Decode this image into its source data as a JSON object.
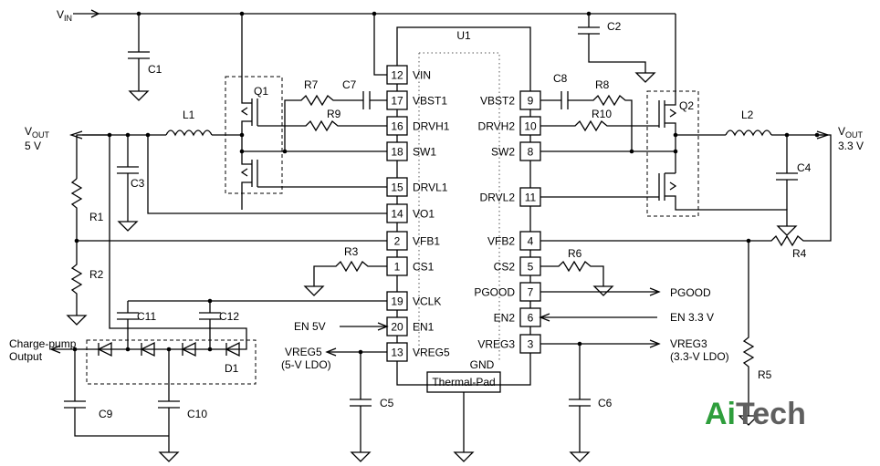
{
  "chip": {
    "name": "U1",
    "thermal_pad": "Thermal-Pad",
    "gnd": "GND"
  },
  "left_pins": [
    {
      "num": "12",
      "name": "VIN"
    },
    {
      "num": "17",
      "name": "VBST1"
    },
    {
      "num": "16",
      "name": "DRVH1"
    },
    {
      "num": "18",
      "name": "SW1"
    },
    {
      "num": "15",
      "name": "DRVL1"
    },
    {
      "num": "14",
      "name": "VO1"
    },
    {
      "num": "2",
      "name": "VFB1"
    },
    {
      "num": "1",
      "name": "CS1"
    },
    {
      "num": "19",
      "name": "VCLK"
    },
    {
      "num": "20",
      "name": "EN1"
    },
    {
      "num": "13",
      "name": "VREG5"
    }
  ],
  "right_pins": [
    {
      "num": "9",
      "name": "VBST2"
    },
    {
      "num": "10",
      "name": "DRVH2"
    },
    {
      "num": "8",
      "name": "SW2"
    },
    {
      "num": "11",
      "name": "DRVL2"
    },
    {
      "num": "4",
      "name": "VFB2"
    },
    {
      "num": "5",
      "name": "CS2"
    },
    {
      "num": "7",
      "name": "PGOOD"
    },
    {
      "num": "6",
      "name": "EN2"
    },
    {
      "num": "3",
      "name": "VREG3"
    }
  ],
  "components": {
    "c1": "C1",
    "c2": "C2",
    "c3": "C3",
    "c4": "C4",
    "c5": "C5",
    "c6": "C6",
    "c7": "C7",
    "c8": "C8",
    "c9": "C9",
    "c10": "C10",
    "c11": "C11",
    "c12": "C12",
    "r1": "R1",
    "r2": "R2",
    "r3": "R3",
    "r4": "R4",
    "r5": "R5",
    "r6": "R6",
    "r7": "R7",
    "r8": "R8",
    "r9": "R9",
    "r10": "R10",
    "l1": "L1",
    "l2": "L2",
    "q1": "Q1",
    "q2": "Q2",
    "d1": "D1"
  },
  "nets": {
    "vin_main": "V",
    "vin_sub": "IN",
    "vout1_main": "V",
    "vout1_sub": "OUT",
    "vout1_value": "5 V",
    "vout2_main": "V",
    "vout2_sub": "OUT",
    "vout2_value": "3.3 V",
    "charge_pump_1": "Charge-pump",
    "charge_pump_2": "Output",
    "en5": "EN 5V",
    "en33": "EN 3.3 V",
    "pgood": "PGOOD",
    "vreg5_1": "VREG5",
    "vreg5_2": "(5-V LDO)",
    "vreg3_1": "VREG3",
    "vreg3_2": "(3.3-V LDO)"
  },
  "watermark": {
    "part_a": "Ai",
    "part_b": "Tech"
  }
}
